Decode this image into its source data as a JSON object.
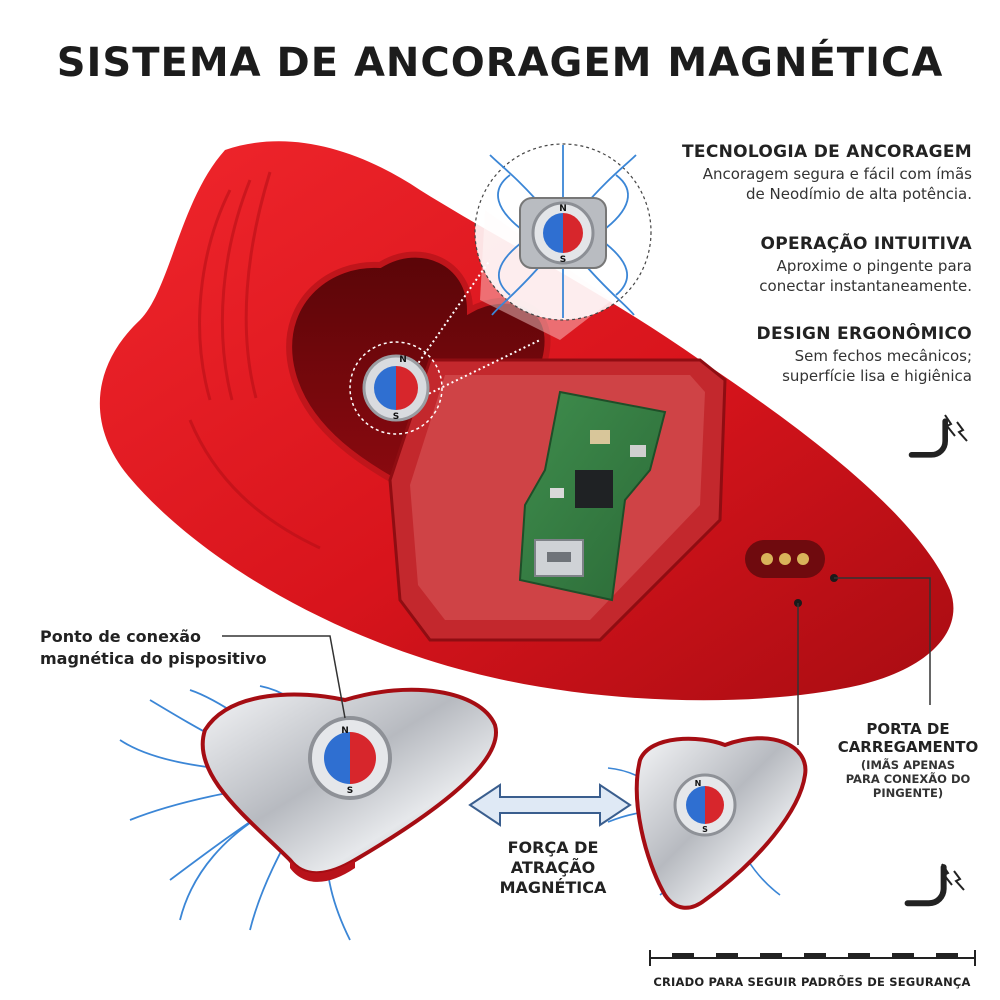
{
  "title": "SISTEMA DE ANCORAGEM MAGNÉTICA",
  "features": [
    {
      "heading": "TECNOLOGIA DE ANCORAGEM",
      "lines": [
        "Ancoragem segura e fácil com ímãs",
        "de Neodímio de alta potência."
      ]
    },
    {
      "heading": "OPERAÇÃO INTUITIVA",
      "lines": [
        "Aproxime o pingente para",
        "conectar instantaneamente."
      ]
    },
    {
      "heading": "DESIGN ERGONÔMICO",
      "lines": [
        "Sem fechos mecânicos;",
        "superfície lisa e higiênica"
      ]
    }
  ],
  "callouts": {
    "connection_point": [
      "Ponto de conexão",
      "magnética do pispositivo"
    ],
    "attraction_force": [
      "FORÇA DE",
      "ATRAÇÃO",
      "MAGNÉTICA"
    ],
    "charging_port": {
      "title": [
        "PORTA DE",
        "CARREGAMENTO"
      ],
      "note": [
        "(IMÃS APENAS",
        "PARA CONEXÃO DO",
        "PINGENTE)"
      ]
    }
  },
  "magnet_poles": {
    "north": "N",
    "south": "S"
  },
  "footer": "CRIADO PARA SEGUIR PADRÕES DE SEGURANÇA",
  "icons": [
    "magnet-icon",
    "magnet-icon",
    "double-arrow-icon"
  ],
  "colors": {
    "device_red": "#d8141c",
    "magnet_blue": "#2f6fd1",
    "magnet_red": "#d7262c",
    "field_line": "#3b86d6",
    "silver": "#c9ccd1"
  }
}
